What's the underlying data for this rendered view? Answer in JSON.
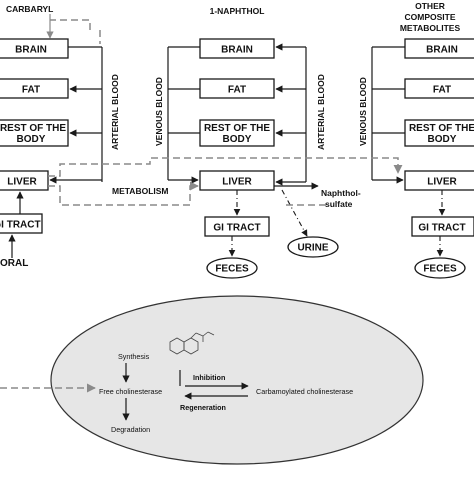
{
  "compartments": {
    "carbaryl": {
      "title": "CARBARYL",
      "brain": "BRAIN",
      "fat": "FAT",
      "rest_line1": "REST OF THE",
      "rest_line2": "BODY",
      "liver": "LIVER",
      "gi": "GI TRACT",
      "oral": "ORAL",
      "arterial": "ARTERIAL BLOOD"
    },
    "naphthol": {
      "title": "1-NAPHTHOL",
      "brain": "BRAIN",
      "fat": "FAT",
      "rest_line1": "REST OF THE",
      "rest_line2": "BODY",
      "liver": "LIVER",
      "gi": "GI TRACT",
      "feces": "FECES",
      "urine": "URINE",
      "venous": "VENOUS BLOOD",
      "arterial": "ARTERIAL BLOOD",
      "sulfate_line1": "Naphthol-",
      "sulfate_line2": "sulfate"
    },
    "other": {
      "title_line1": "OTHER",
      "title_line2": "COMPOSITE",
      "title_line3": "METABOLITES",
      "brain": "BRAIN",
      "fat": "FAT",
      "rest_line1": "REST OF THE",
      "rest_line2": "BODY",
      "liver": "LIVER",
      "gi": "GI TRACT",
      "feces": "FECES",
      "venous": "VENOUS BLOOD"
    },
    "metabolism": "METABOLISM"
  },
  "cholinesterase": {
    "synthesis": "Synthesis",
    "free": "Free cholinesterase",
    "carbamoylated": "Carbamoylated cholinesterase",
    "inhibition": "Inhibition",
    "regeneration": "Regeneration",
    "degradation": "Degradation"
  }
}
